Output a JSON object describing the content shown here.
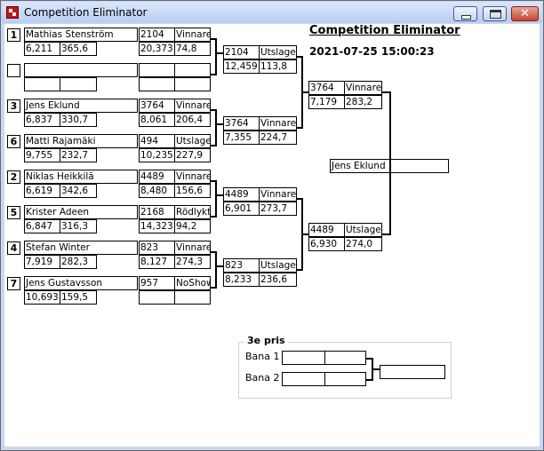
{
  "window": {
    "title": "Competition Eliminator"
  },
  "header": {
    "title": "Competition Eliminator",
    "datetime": "2021-07-25 15:00:23"
  },
  "round1": [
    {
      "seed": "1",
      "name": "Mathias Stenström",
      "time": "6,211",
      "speed": "365,6",
      "id": "2104",
      "result": "Vinnare",
      "et": "20,373",
      "mph": "74,8"
    },
    {
      "seed": "",
      "name": "",
      "time": "",
      "speed": "",
      "id": "",
      "result": "",
      "et": "",
      "mph": ""
    },
    {
      "seed": "3",
      "name": "Jens Eklund",
      "time": "6,837",
      "speed": "330,7",
      "id": "3764",
      "result": "Vinnare",
      "et": "8,061",
      "mph": "206,4"
    },
    {
      "seed": "6",
      "name": "Matti Rajamäki",
      "time": "9,755",
      "speed": "232,7",
      "id": "494",
      "result": "Utslagen",
      "et": "10,235",
      "mph": "227,9"
    },
    {
      "seed": "2",
      "name": "Niklas Heikkilä",
      "time": "6,619",
      "speed": "342,6",
      "id": "4489",
      "result": "Vinnare",
      "et": "8,480",
      "mph": "156,6"
    },
    {
      "seed": "5",
      "name": "Krister Adeen",
      "time": "6,847",
      "speed": "316,3",
      "id": "2168",
      "result": "Rödlyktan",
      "et": "14,323",
      "mph": "94,2"
    },
    {
      "seed": "4",
      "name": "Stefan Winter",
      "time": "7,919",
      "speed": "282,3",
      "id": "823",
      "result": "Vinnare",
      "et": "8,127",
      "mph": "274,3"
    },
    {
      "seed": "7",
      "name": "Jens Gustavsson",
      "time": "10,693",
      "speed": "159,5",
      "id": "957",
      "result": "NoShow",
      "et": "",
      "mph": ""
    }
  ],
  "quarterfinals": [
    {
      "id": "2104",
      "result": "Utslagen",
      "et": "12,459",
      "mph": "113,8"
    },
    {
      "id": "3764",
      "result": "Vinnare",
      "et": "7,355",
      "mph": "224,7"
    },
    {
      "id": "4489",
      "result": "Vinnare",
      "et": "6,901",
      "mph": "273,7"
    },
    {
      "id": "823",
      "result": "Utslagen",
      "et": "8,233",
      "mph": "236,6"
    }
  ],
  "semifinals": [
    {
      "id": "3764",
      "result": "Vinnare",
      "et": "7,179",
      "mph": "283,2"
    },
    {
      "id": "4489",
      "result": "Utslagen",
      "et": "6,930",
      "mph": "274,0"
    }
  ],
  "winner": {
    "name": "Jens Eklund"
  },
  "third_place": {
    "label": "3e pris",
    "lanes": [
      {
        "label": "Bana 1",
        "a": "",
        "b": ""
      },
      {
        "label": "Bana 2",
        "a": "",
        "b": ""
      }
    ],
    "result": ""
  }
}
